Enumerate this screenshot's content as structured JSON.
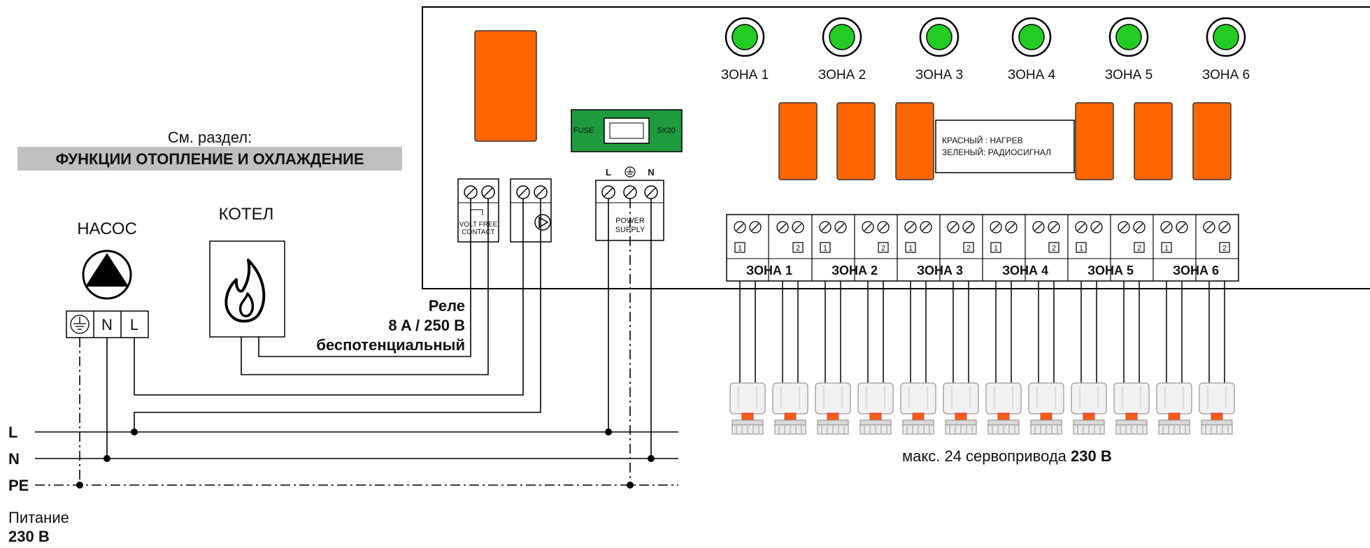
{
  "header": {
    "see_section": "См. раздел:",
    "section_title": "ФУНКЦИИ ОТОПЛЕНИЕ И ОХЛАЖДЕНИЕ"
  },
  "devices": {
    "pump_label": "НАСОС",
    "boiler_label": "КОТЕЛ",
    "pump_terminals": [
      "N",
      "L"
    ]
  },
  "relay": {
    "line1": "Реле",
    "line2": "8 A / 250 B",
    "line3": "беспотенциальный"
  },
  "controller": {
    "zones": [
      "ЗОНА 1",
      "ЗОНА 2",
      "ЗОНА 3",
      "ЗОНА 4",
      "ЗОНА 5",
      "ЗОНА 6"
    ],
    "fuse_label": "FUSE",
    "fuse_size": "5X20",
    "volt_free_line1": "VOLT FREE",
    "volt_free_line2": "CONTACT",
    "power_line1": "POWER",
    "power_line2": "SUPPLY",
    "power_terminals": [
      "L",
      "N"
    ],
    "legend_line1": "КРАСНЫЙ : НАГРЕВ",
    "legend_line2": "ЗЕЛЕНЫЙ: РАДИОСИГНАЛ",
    "channel_numbers": [
      "1",
      "2"
    ],
    "led_color": "#22cc22",
    "relay_color": "#ff6600",
    "fuse_color": "#1f9a3e"
  },
  "supply": {
    "lines": [
      "L",
      "N",
      "PE"
    ],
    "caption_line1": "Питание",
    "caption_line2": "230 B"
  },
  "actuators": {
    "caption_prefix": "макс. 24 сервопривода ",
    "caption_bold": "230 B",
    "count": 12
  }
}
